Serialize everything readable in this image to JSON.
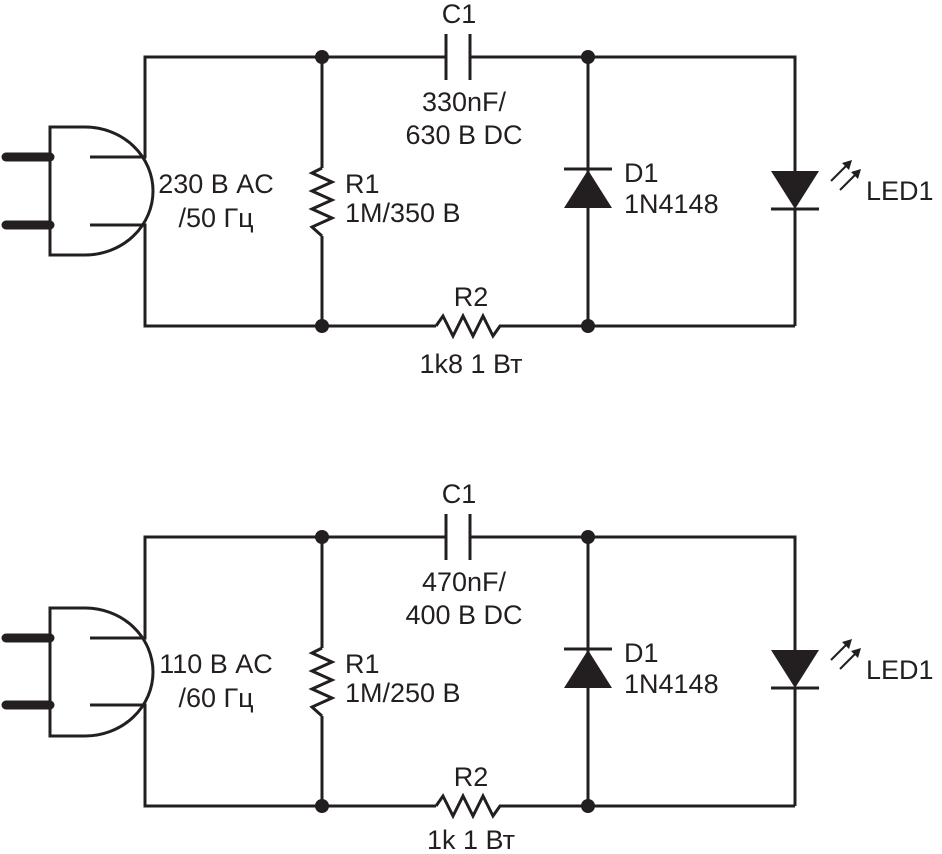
{
  "circuits": [
    {
      "capacitor": {
        "ref": "C1",
        "value_line1": "330nF/",
        "value_line2": "630 В DC"
      },
      "supply": {
        "line1": "230 В AC",
        "line2": "/50 Гц"
      },
      "resistor_r1": {
        "ref": "R1",
        "value": "1M/350 В"
      },
      "diode": {
        "ref": "D1",
        "part": "1N4148"
      },
      "led": {
        "ref": "LED1"
      },
      "resistor_r2": {
        "ref": "R2",
        "value": "1k8 1 Вт"
      }
    },
    {
      "capacitor": {
        "ref": "C1",
        "value_line1": "470nF/",
        "value_line2": "400 В DC"
      },
      "supply": {
        "line1": "110 В AC",
        "line2": "/60 Гц"
      },
      "resistor_r1": {
        "ref": "R1",
        "value": "1M/250 В"
      },
      "diode": {
        "ref": "D1",
        "part": "1N4148"
      },
      "led": {
        "ref": "LED1"
      },
      "resistor_r2": {
        "ref": "R2",
        "value": "1k 1 Вт"
      }
    }
  ]
}
